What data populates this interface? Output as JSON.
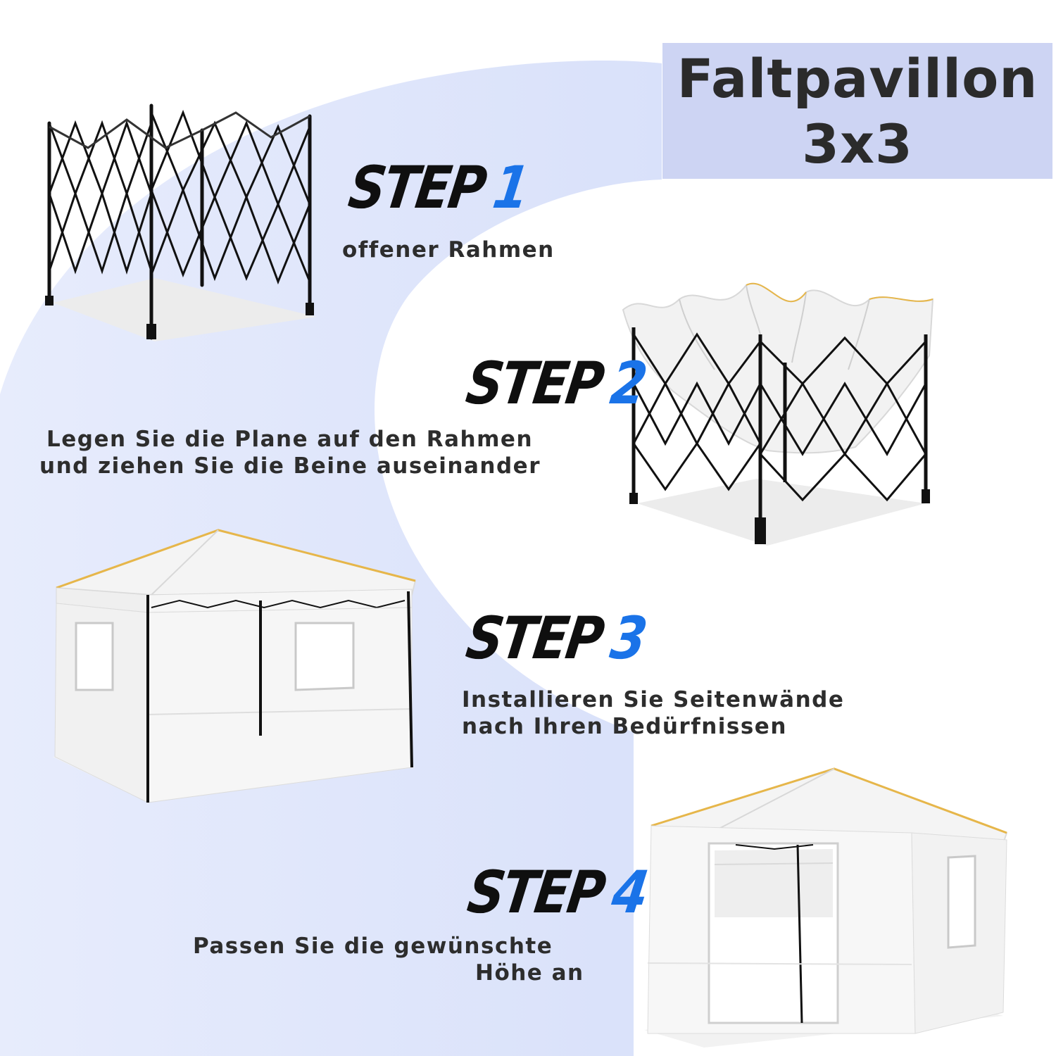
{
  "title": {
    "line1": "Faltpavillon",
    "line2": "3x3"
  },
  "steps": [
    {
      "label": "STEP",
      "number": "1",
      "desc": [
        "offener Rahmen"
      ]
    },
    {
      "label": "STEP",
      "number": "2",
      "desc": [
        "Legen Sie die Plane auf den Rahmen",
        "und ziehen Sie die Beine auseinander"
      ]
    },
    {
      "label": "STEP",
      "number": "3",
      "desc": [
        "Installieren Sie Seitenwände",
        "nach Ihren Bedürfnissen"
      ]
    },
    {
      "label": "STEP",
      "number": "4",
      "desc": [
        "Passen Sie die gewünschte",
        "Höhe an"
      ]
    }
  ],
  "colors": {
    "background_arc": "#dfe6fb",
    "title_box": "#cdd4f3",
    "step_number": "#1a73e8",
    "frame": "#111111",
    "canopy": "#f3f3f3",
    "canopy_edge": "#e6b64a"
  }
}
